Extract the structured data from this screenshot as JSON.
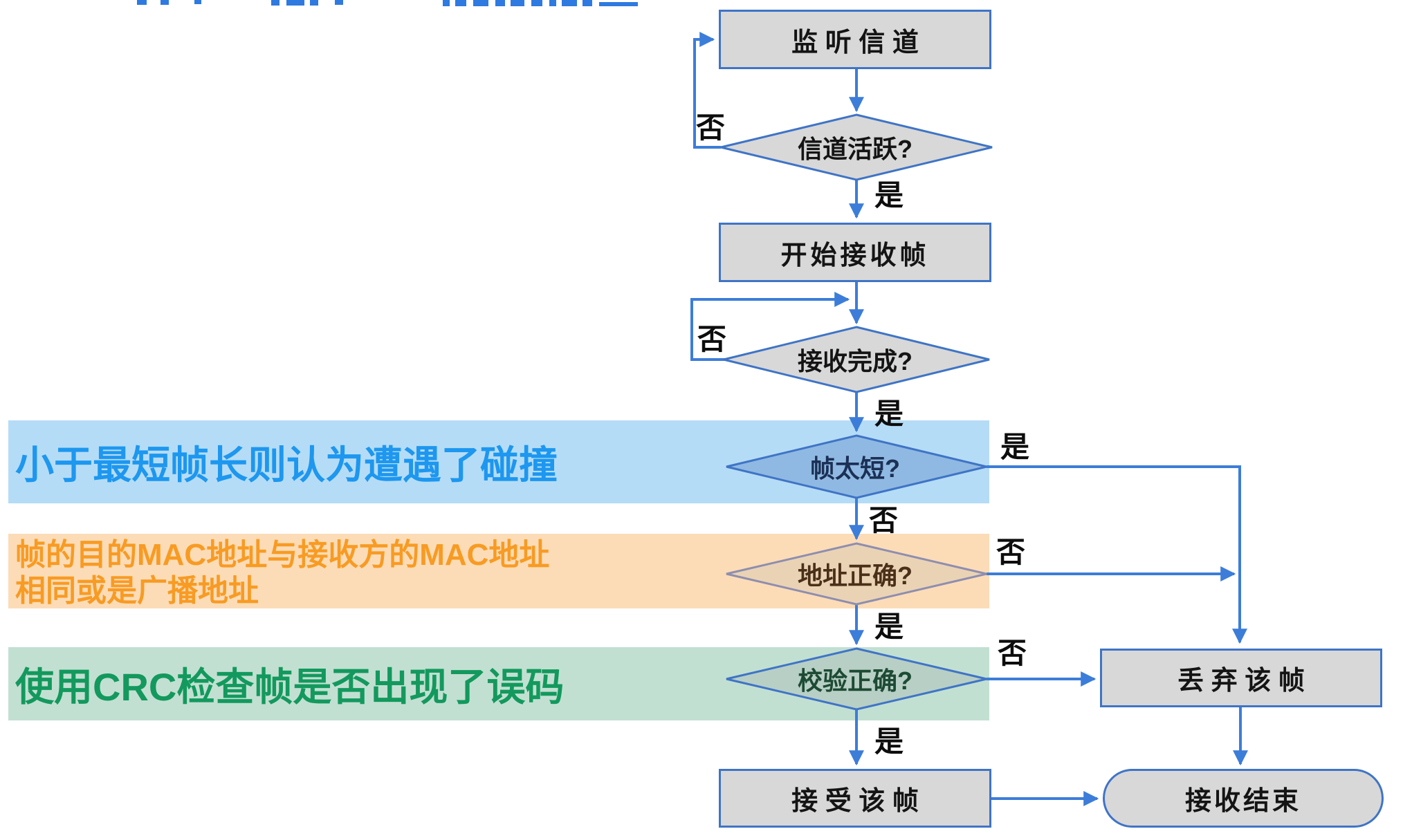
{
  "diagram": {
    "nodes": {
      "listen": {
        "label": "监 听 信 道"
      },
      "channel_active": {
        "label": "信道活跃?"
      },
      "start_receive": {
        "label": "开始接收帧"
      },
      "receive_done": {
        "label": "接收完成?"
      },
      "frame_too_short": {
        "label": "帧太短?"
      },
      "address_correct": {
        "label": "地址正确?"
      },
      "checksum_correct": {
        "label": "校验正确?"
      },
      "accept_frame": {
        "label": "接 受 该 帧"
      },
      "discard_frame": {
        "label": "丢 弃 该 帧"
      },
      "receive_end": {
        "label": "接收结束"
      }
    },
    "branch_labels": {
      "yes": "是",
      "no": "否"
    },
    "annotations": {
      "frame_too_short_note": {
        "text": "小于最短帧长则认为遭遇了碰撞",
        "band_color": "#b5dcf6",
        "text_color": "#1d97ef"
      },
      "mac_address_note": {
        "line1": "帧的目的MAC地址与接收方的MAC地址",
        "line2": "相同或是广播地址",
        "band_color": "#fcdcb7",
        "text_color": "#f89b23"
      },
      "crc_note": {
        "text": "使用CRC检查帧是否出现了误码",
        "band_color": "#c2e0d2",
        "text_color": "#13995d"
      }
    },
    "colors": {
      "connector": "#3c7dd9",
      "process_fill": "#d8d8d8",
      "process_border": "#3f74c6",
      "too_short_diamond_fill": "#8fb9e2",
      "address_diamond_fill": "#ead3b5",
      "checksum_diamond_fill": "#b7cfc5"
    }
  }
}
